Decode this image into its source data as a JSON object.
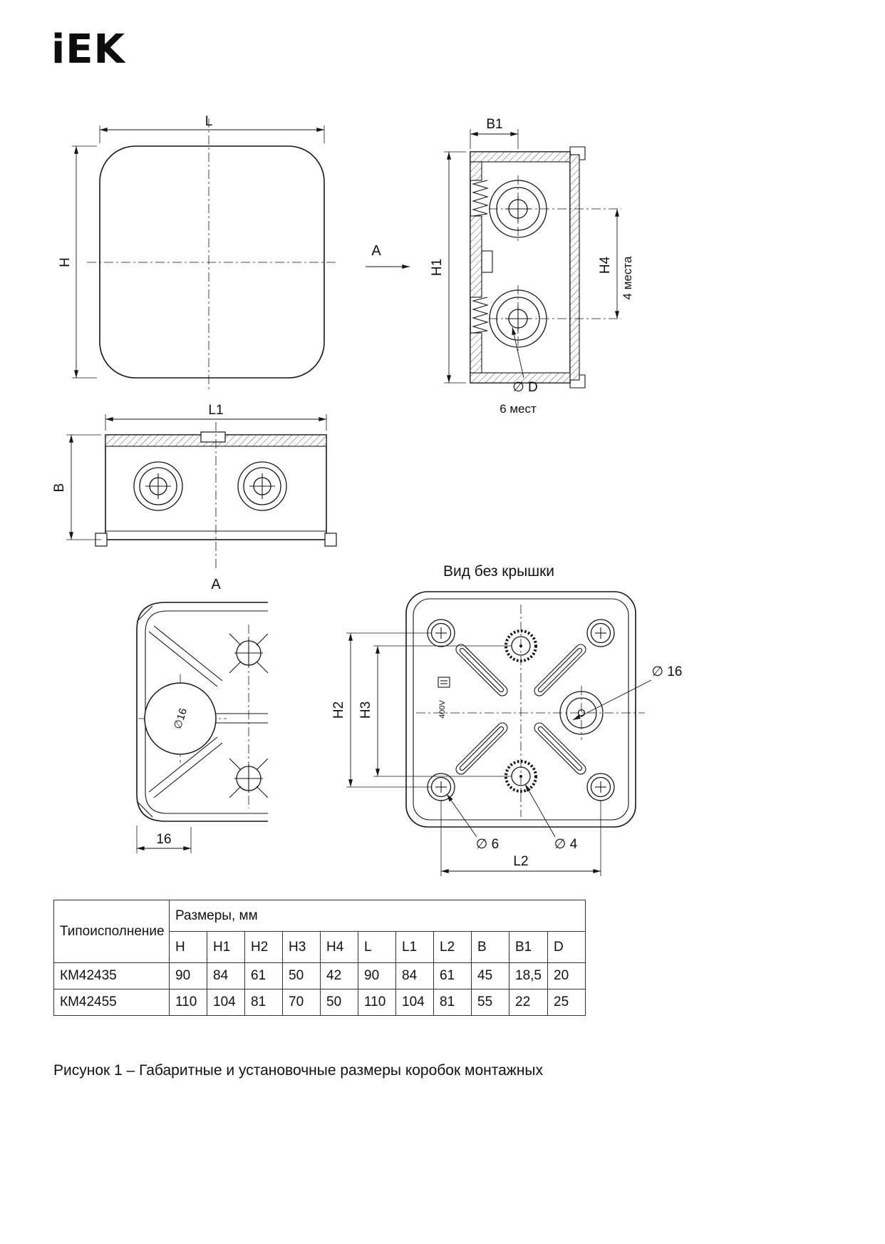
{
  "logo": {
    "text": "iEK"
  },
  "figure": {
    "caption": "Рисунок 1 – Габаритные и установочные размеры коробок монтажных"
  },
  "front_view": {
    "dim_l": "L",
    "dim_h": "H"
  },
  "section_view": {
    "view_label": "A",
    "dim_b1": "B1",
    "dim_h1": "H1",
    "dim_h4": "H4",
    "places4": "4 места",
    "dia_d": "∅ D",
    "places6": "6 мест"
  },
  "side_view": {
    "dim_l1": "L1",
    "dim_b": "B",
    "cut_label": "A"
  },
  "detail_view": {
    "dia16": "∅16",
    "dim16": "16"
  },
  "bottom_view": {
    "title": "Вид без крышки",
    "dim_h2": "H2",
    "dim_h3": "H3",
    "dia16": "∅ 16",
    "dia6": "∅ 6",
    "dia4": "∅ 4",
    "dim_l2": "L2",
    "marking": "400V"
  },
  "table": {
    "col_type": "Типоисполнение",
    "col_dims": "Размеры, мм",
    "headers": [
      "H",
      "H1",
      "H2",
      "H3",
      "H4",
      "L",
      "L1",
      "L2",
      "B",
      "B1",
      "D"
    ],
    "rows": [
      {
        "type": "КМ42435",
        "values": [
          "90",
          "84",
          "61",
          "50",
          "42",
          "90",
          "84",
          "61",
          "45",
          "18,5",
          "20"
        ]
      },
      {
        "type": "КМ42455",
        "values": [
          "110",
          "104",
          "81",
          "70",
          "50",
          "110",
          "104",
          "81",
          "55",
          "22",
          "25"
        ]
      }
    ]
  }
}
